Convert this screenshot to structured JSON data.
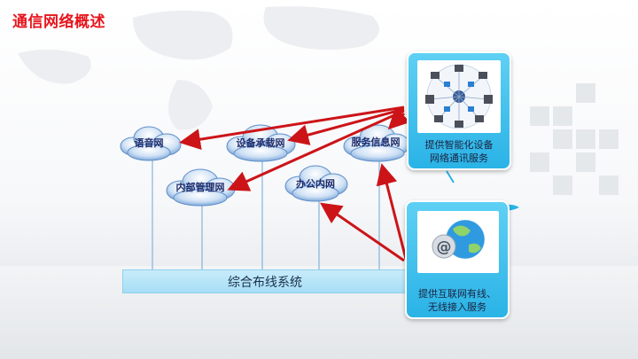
{
  "slide": {
    "title": "通信网络概述"
  },
  "networks": [
    {
      "label": "语音网"
    },
    {
      "label": "设备承载网"
    },
    {
      "label": "服务信息网"
    },
    {
      "label": "内部管理网"
    },
    {
      "label": "办公内网"
    }
  ],
  "cabling": {
    "label": "综合布线系统"
  },
  "services": [
    {
      "line1": "提供智能化设备",
      "line2": "网络通讯服务",
      "icon": "device-network-icon"
    },
    {
      "line1": "提供互联网有线、",
      "line2": "无线接入服务",
      "icon": "internet-globe-icon"
    }
  ],
  "colors": {
    "title": "#e6151d",
    "arrow": "#cc1418",
    "card": "#2ab3e6",
    "cabling": "#a6def5",
    "cloud": "#4a86c8"
  }
}
